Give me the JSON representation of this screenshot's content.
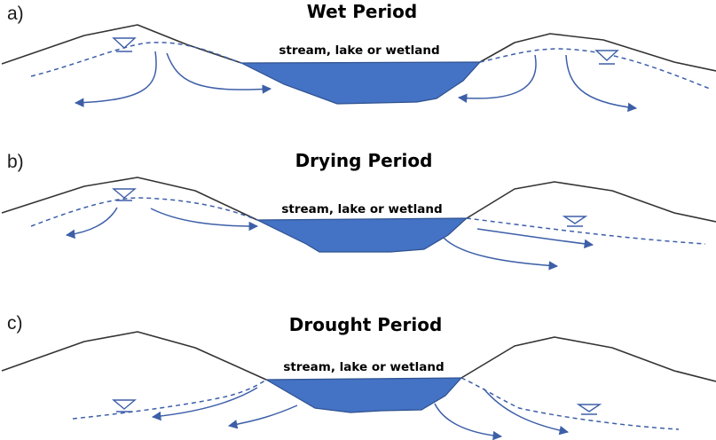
{
  "colors": {
    "water_fill": "#4472c4",
    "flow_arrow": "#3d5fa8",
    "ground_line": "#333333"
  },
  "icons": {
    "water_table_marker": "inverted-triangle-icon",
    "flow_arrow": "arrow-icon"
  },
  "panels": [
    {
      "letter": "a)",
      "title": "Wet Period",
      "water_label": "stream, lake or wetland"
    },
    {
      "letter": "b)",
      "title": "Drying Period",
      "water_label": "stream, lake or wetland"
    },
    {
      "letter": "c)",
      "title": "Drought Period",
      "water_label": "stream, lake or wetland"
    }
  ]
}
